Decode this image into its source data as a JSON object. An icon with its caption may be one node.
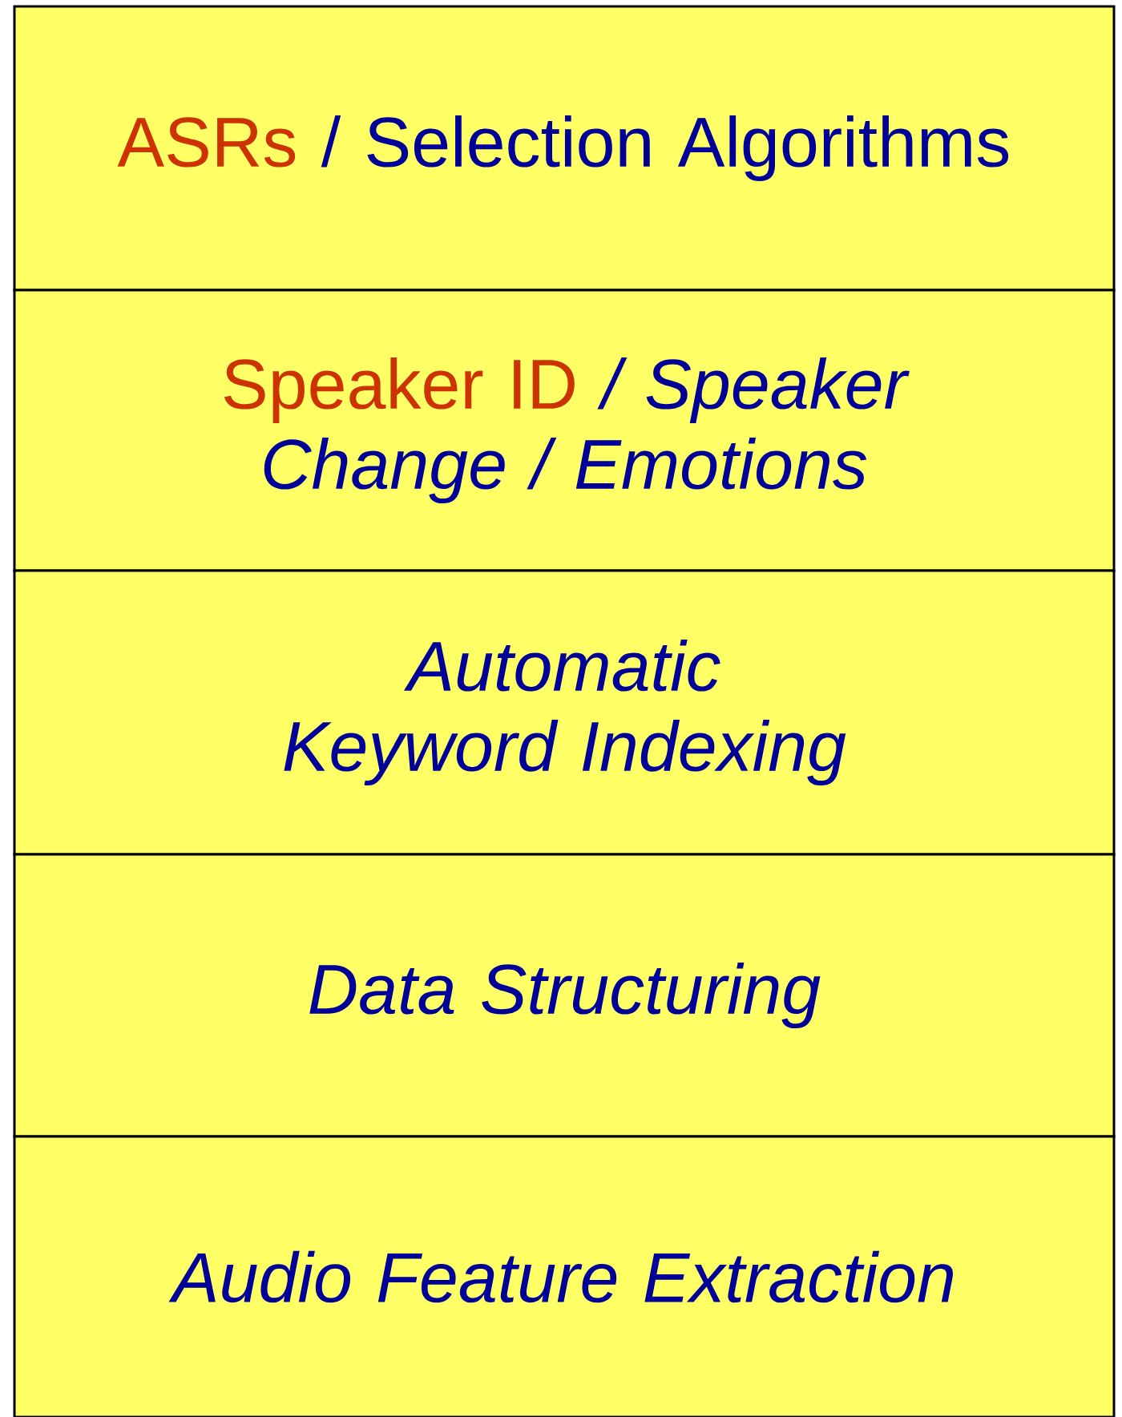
{
  "diagram": {
    "nodes": [
      {
        "text": [
          "ASRs",
          "/ Selection Algorithms"
        ]
      },
      {
        "text": [
          "Speaker ID",
          "/ Speaker Change / Emotions"
        ]
      },
      {
        "text": [
          "Automatic Keyword Indexing"
        ]
      },
      {
        "text": [
          "Data Structuring"
        ]
      },
      {
        "text": [
          "Audio Feature Extraction"
        ]
      }
    ]
  }
}
